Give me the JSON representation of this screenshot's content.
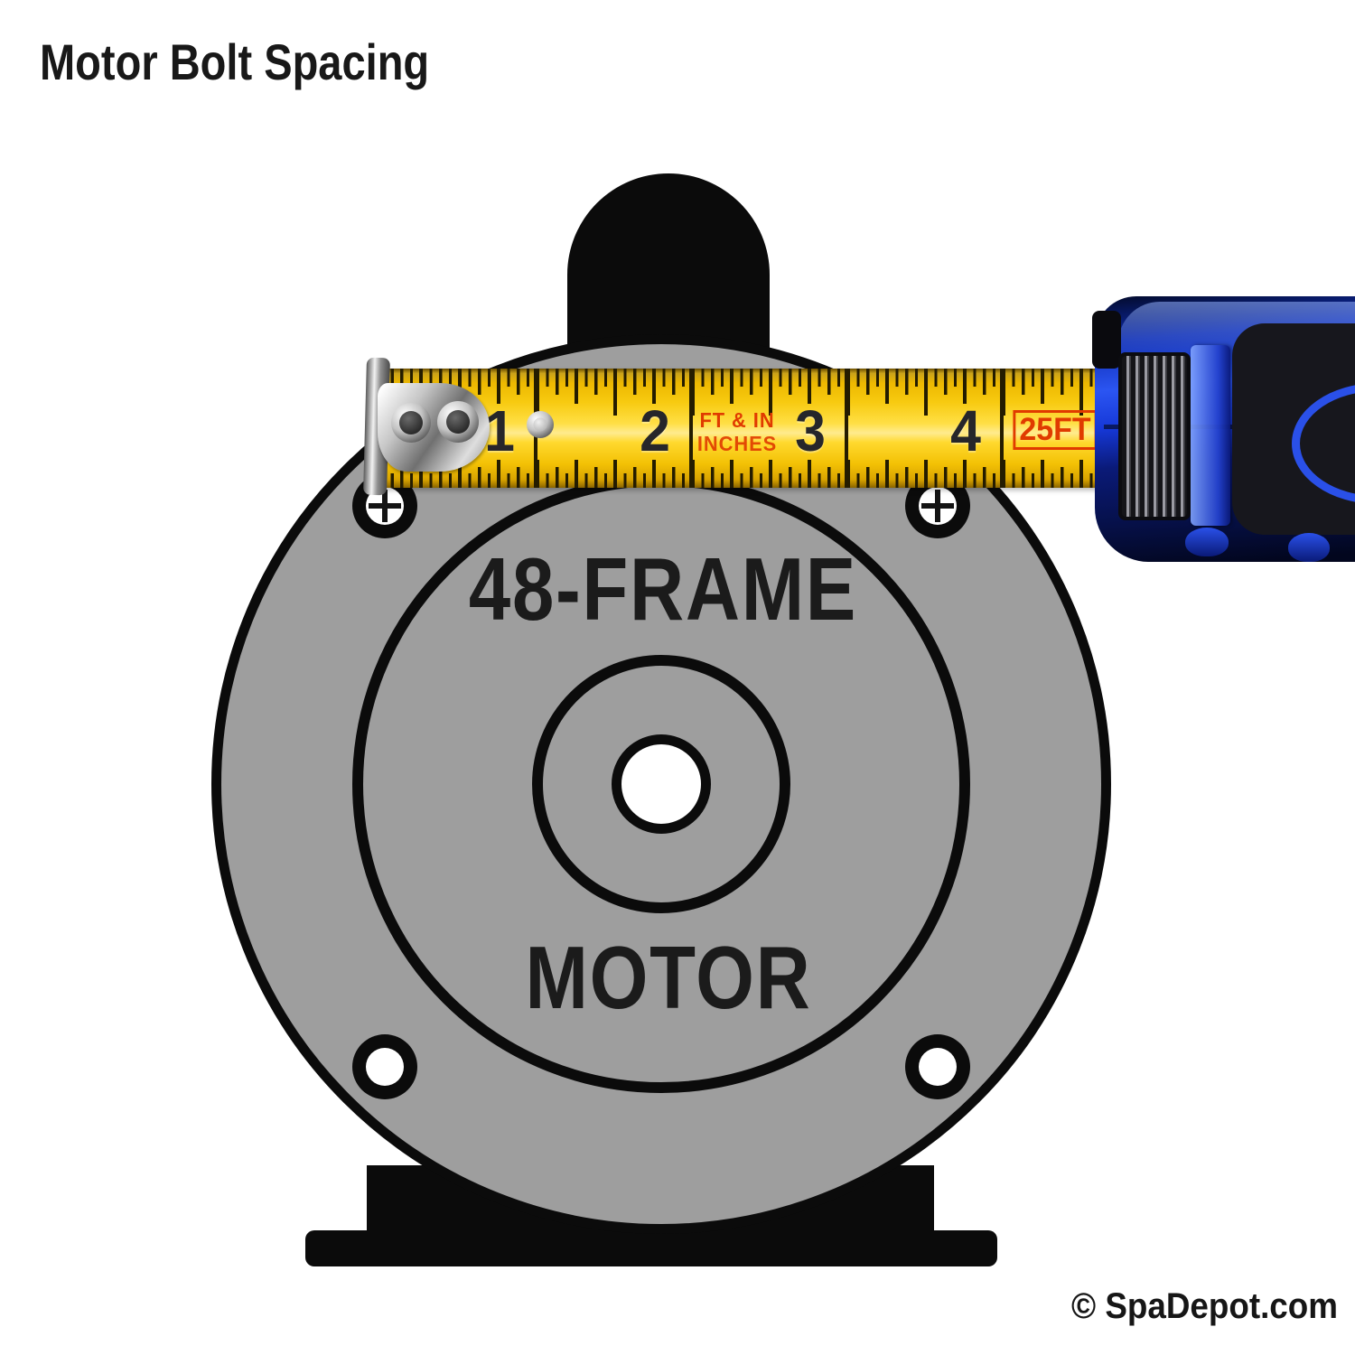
{
  "title": "Motor Bolt Spacing",
  "motor": {
    "frame_label": "48-FRAME",
    "motor_label": "MOTOR",
    "bolt_count": 4,
    "body_color": "#9e9e9e",
    "outline_color": "#0b0b0b"
  },
  "tape": {
    "numbers": [
      "1",
      "2",
      "3",
      "4"
    ],
    "unit_note_line1": "FT & IN",
    "unit_note_line2": "INCHES",
    "length_badge": "25FT",
    "blade_color": "#f7ca10",
    "marking_red": "#e03b00",
    "case_color": "#1638d8"
  },
  "footer": {
    "copyright": "© SpaDepot.com"
  }
}
